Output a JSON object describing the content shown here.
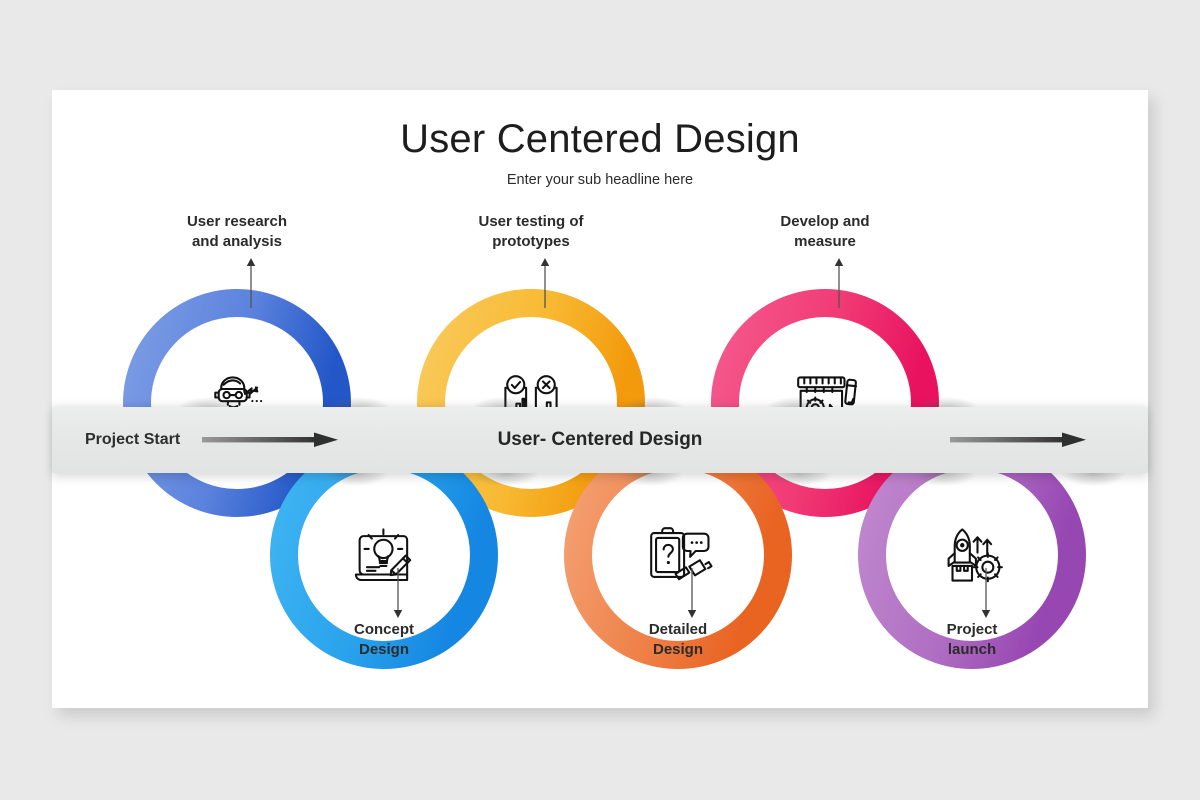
{
  "slide": {
    "title": "User Centered Design",
    "subtitle": "Enter your sub headline here"
  },
  "band": {
    "left_label": "Project Start",
    "center_label": "User-  Centered Design",
    "arrow_left_name": "right-arrow-icon",
    "arrow_right_name": "right-arrow-icon",
    "background_color": "#e7e8e8"
  },
  "steps": [
    {
      "id": "step-1",
      "label": "User research\nand analysis",
      "position": "top",
      "icon": "researcher-person-icon",
      "color_start": "#6e92e0",
      "color_end": "#2558c9"
    },
    {
      "id": "step-2",
      "label": "User testing of\nprototypes",
      "position": "top",
      "icon": "test-reports-icon",
      "color_start": "#f7c13f",
      "color_end": "#f59c10"
    },
    {
      "id": "step-3",
      "label": "Develop and\nmeasure",
      "position": "top",
      "icon": "blueprint-gear-ruler-icon",
      "color_start": "#f2467f",
      "color_end": "#ea1661"
    },
    {
      "id": "step-4",
      "label": "Concept\nDesign",
      "position": "bottom",
      "icon": "lightbulb-sketch-icon",
      "color_start": "#31a9ee",
      "color_end": "#1b90e4"
    },
    {
      "id": "step-5",
      "label": "Detailed\nDesign",
      "position": "bottom",
      "icon": "clipboard-question-mic-icon",
      "color_start": "#f08a5a",
      "color_end": "#ea6726"
    },
    {
      "id": "step-6",
      "label": "Project\nlaunch",
      "position": "bottom",
      "icon": "rocket-gear-launch-icon",
      "color_start": "#b87cc8",
      "color_end": "#9a4fb5"
    }
  ]
}
